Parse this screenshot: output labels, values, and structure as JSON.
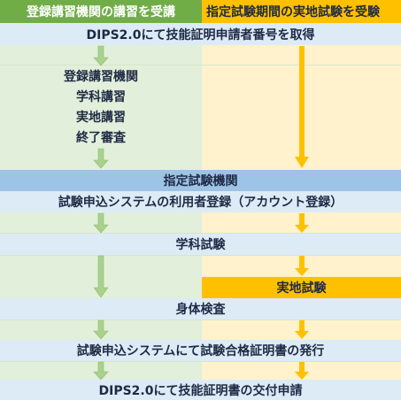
{
  "headers": {
    "left": "登録講習機関の講習を受講",
    "right": "指定試験期間の実地試験を受験"
  },
  "steps": {
    "dips_number": "DIPS2.0にて技能証明申請者番号を取得",
    "course_items": [
      "登録講習機関",
      "学科講習",
      "実地講習",
      "終了審査"
    ],
    "designated_body": "指定試験機関",
    "register_user": "試験申込システムの利用者登録（アカウント登録）",
    "written_exam": "学科試験",
    "practical_exam": "実地試験",
    "physical_exam": "身体検査",
    "issue_certificate": "試験申込システムにて試験合格証明書の発行",
    "apply_license": "DIPS2.0にて技能証明書の交付申請"
  },
  "colors": {
    "green_header": "#70ad47",
    "green_bg": "#e2efda",
    "green_arrow": "#a9d18e",
    "orange_header": "#ffc000",
    "orange_bg": "#fff2cc",
    "orange_arrow": "#ffc000",
    "blue_band": "#9dc3e6",
    "blue_light": "#ddebf7"
  }
}
